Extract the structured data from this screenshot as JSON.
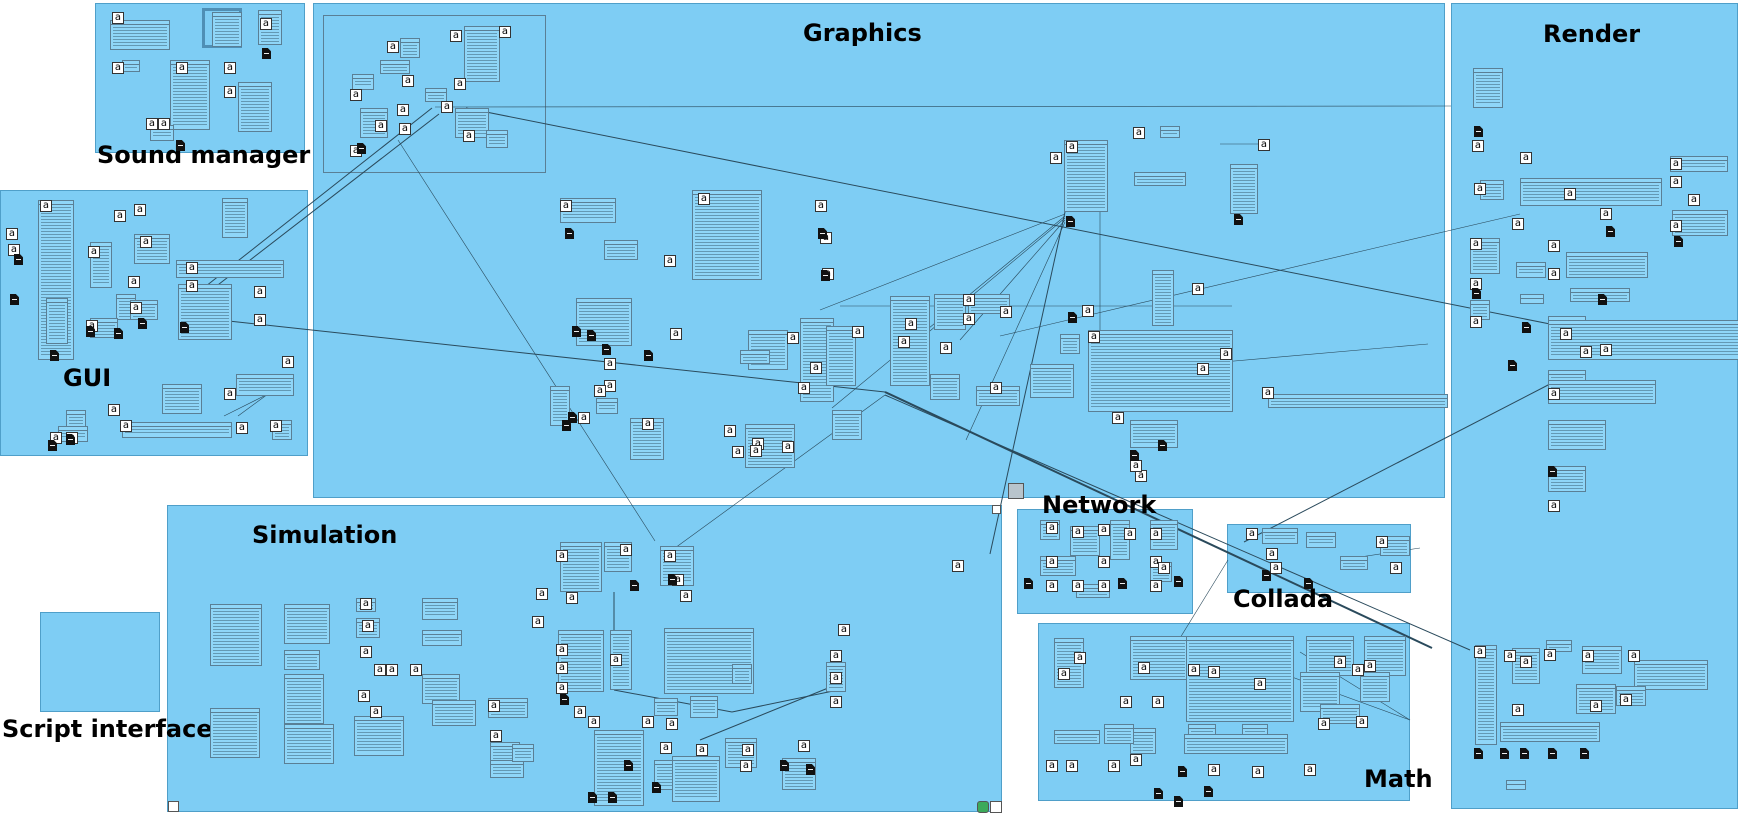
{
  "modules": {
    "sound_manager": {
      "title": "Sound manager"
    },
    "graphics": {
      "title": "Graphics"
    },
    "render": {
      "title": "Render"
    },
    "gui": {
      "title": "GUI"
    },
    "simulation": {
      "title": "Simulation"
    },
    "network": {
      "title": "Network"
    },
    "collada": {
      "title": "Collada"
    },
    "script_interface": {
      "title": "Script interface"
    },
    "math": {
      "title": "Math"
    }
  },
  "icons": {
    "class_glyph": "a",
    "class_icon": "class-a-icon",
    "file_icon": "document-icon",
    "cursor_icon": "cursor-icon",
    "zoom_icon": "zoom-icon",
    "move_icon": "move-arrow-icon",
    "fit_icon": "fit-view-icon"
  },
  "colors": {
    "region_fill": "#7ecdf4",
    "region_border": "#4f9fc9",
    "link": "#2a4a5c",
    "title_text": "#000000"
  }
}
